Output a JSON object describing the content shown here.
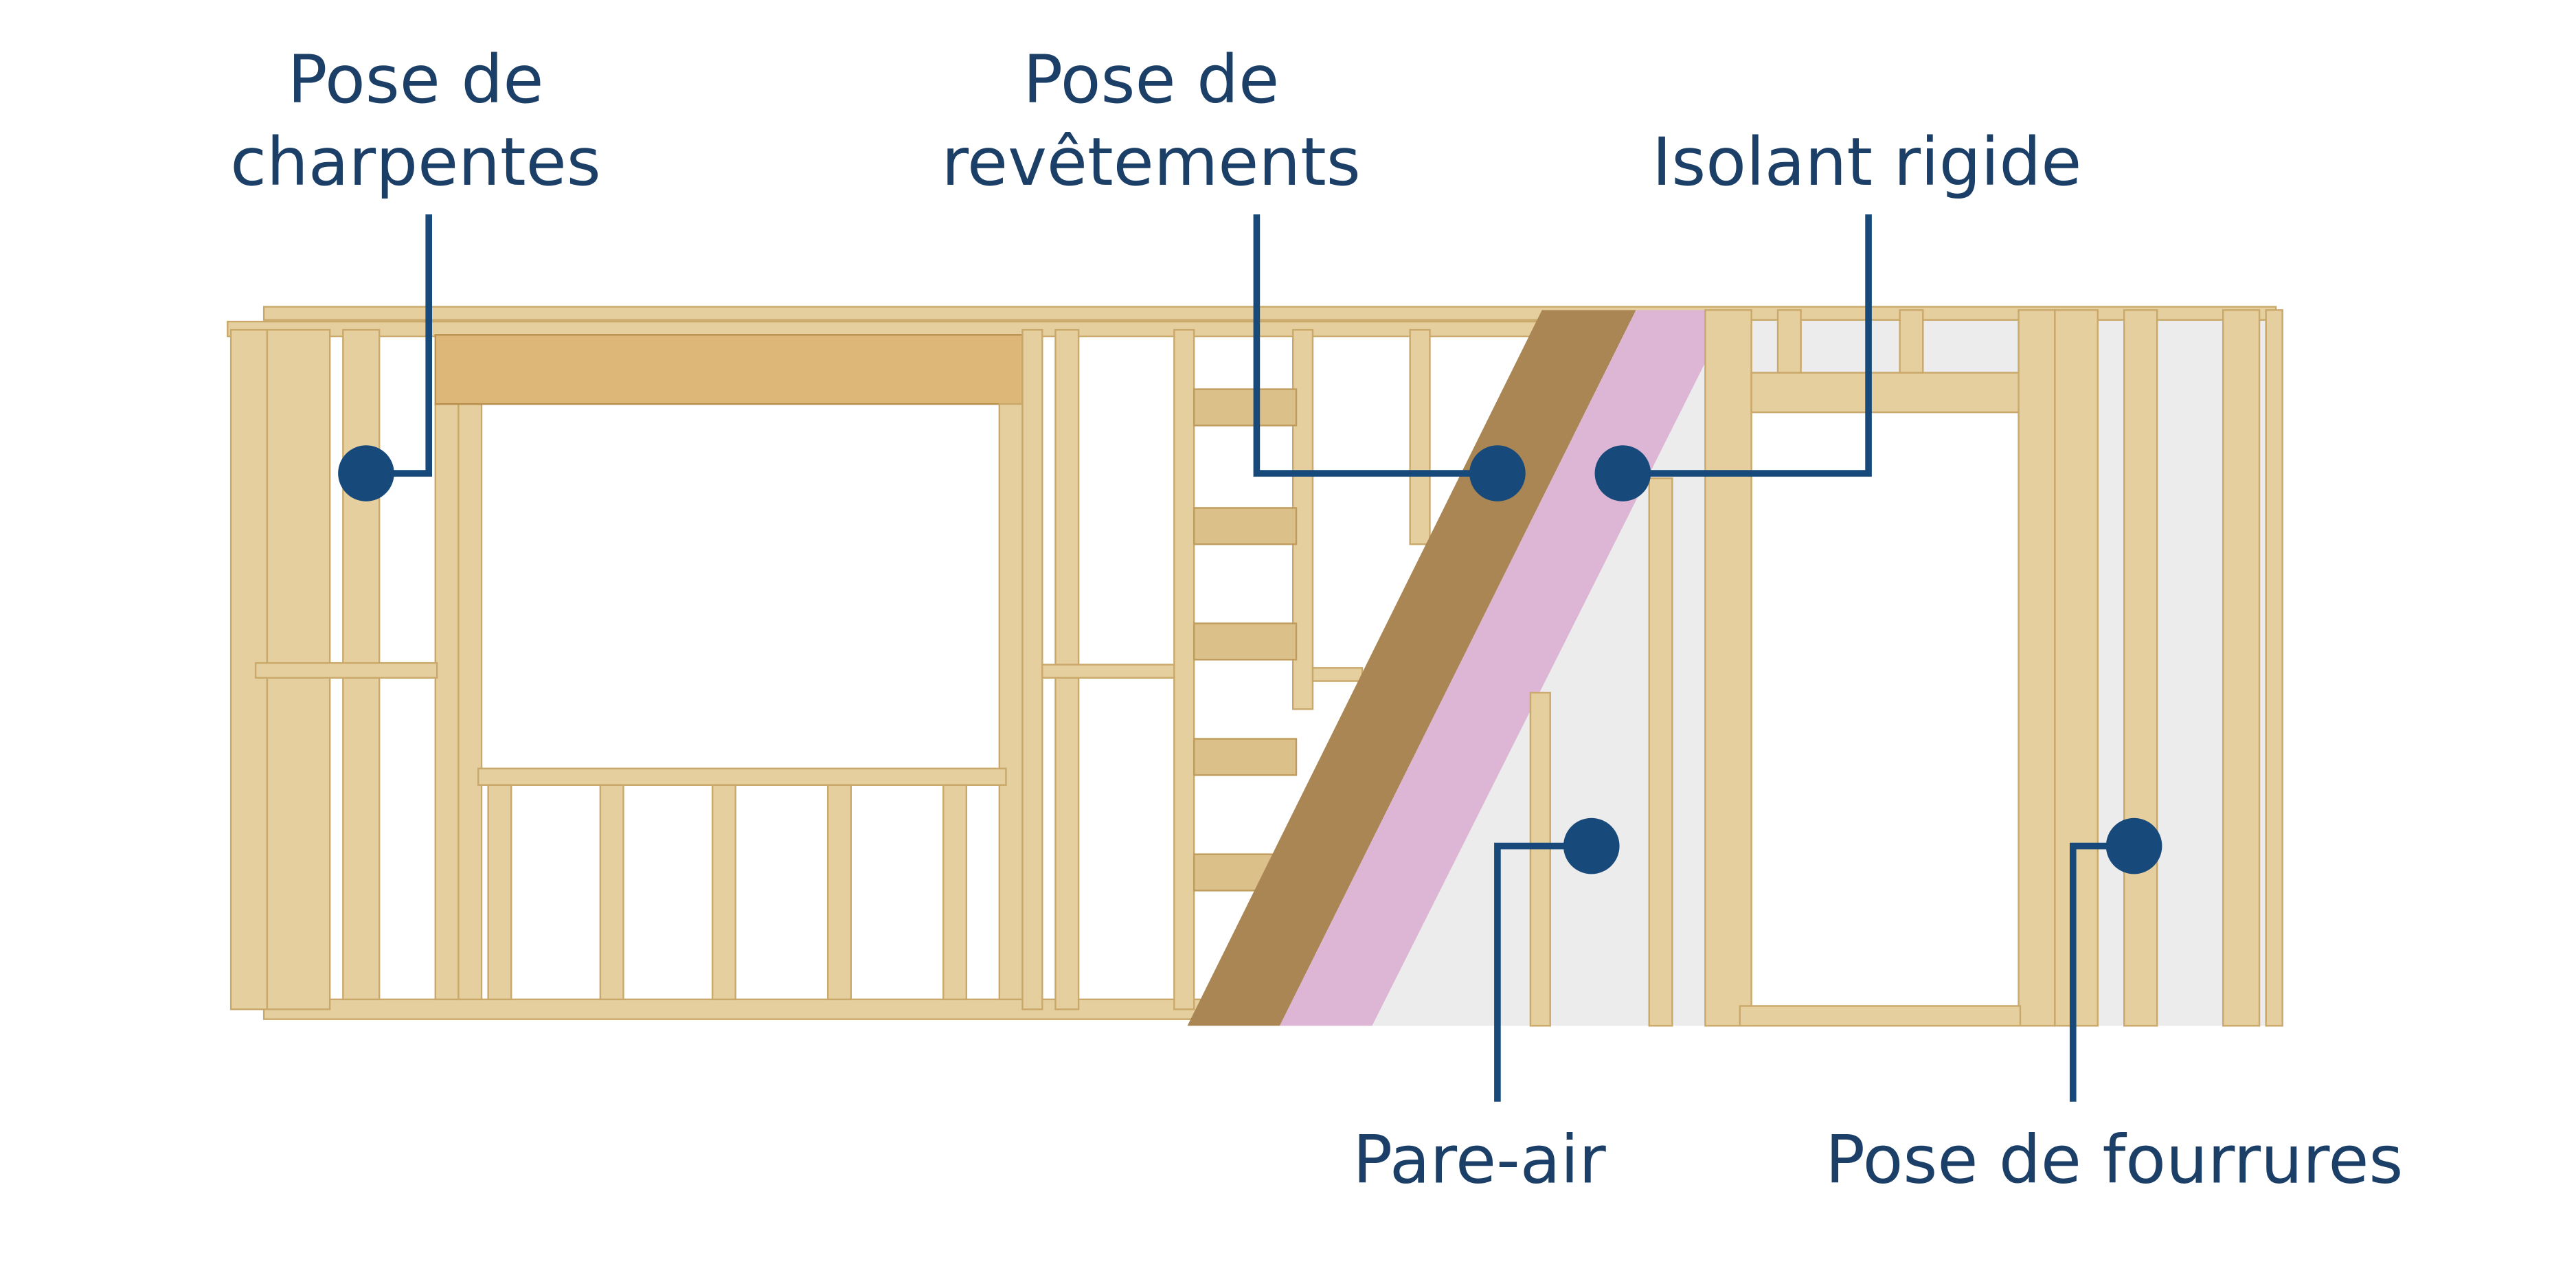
{
  "labels": {
    "framing": {
      "line1": "Pose de",
      "line2": "charpentes"
    },
    "sheathing": {
      "line1": "Pose de",
      "line2": "revêtements"
    },
    "rigid_insulation": "Isolant rigide",
    "air_barrier": "Pare-air",
    "furring": "Pose de fourrures"
  },
  "colors": {
    "label_text": "#1b3f66",
    "marker": "#174a7a",
    "wood": "#e6cf9f",
    "osb": "#a98653",
    "rigid_insulation": "#dcb6d4",
    "air_barrier": "#ececec"
  }
}
